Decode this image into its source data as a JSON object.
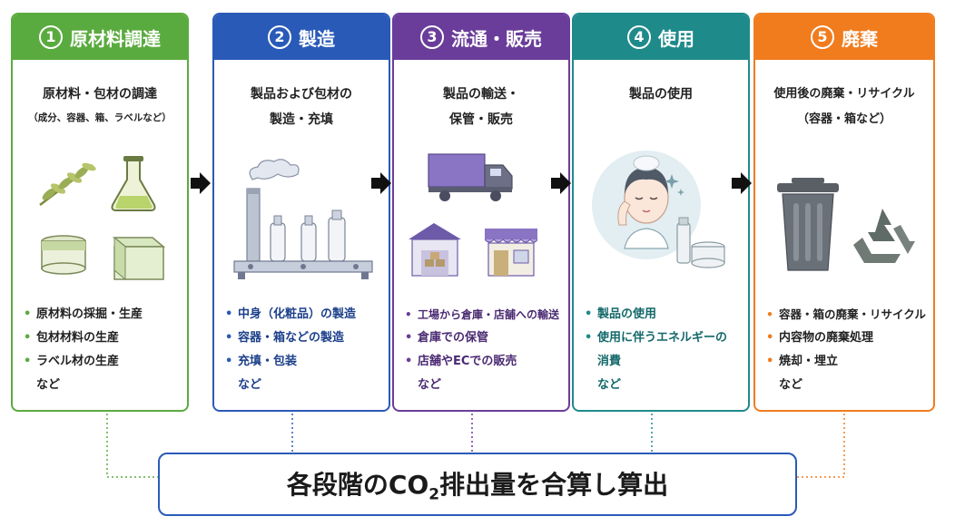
{
  "stages": [
    {
      "num": "1",
      "title": "原材料調達",
      "color": "#5aab3f",
      "desc": [
        "原材料・包材の調達"
      ],
      "sub": "（成分、容器、箱、ラベルなど）",
      "bullets": [
        "原材料の採掘・生産",
        "包材材料の生産",
        "ラベル材の生産"
      ],
      "nado": "など",
      "bullet_color": "#5aab3f"
    },
    {
      "num": "2",
      "title": "製造",
      "color": "#2a5ab8",
      "desc": [
        "製品および包材の",
        "製造・充填"
      ],
      "sub": "",
      "bullets": [
        "中身（化粧品）の製造",
        "容器・箱などの製造",
        "充填・包装"
      ],
      "nado": "など",
      "bullet_color": "#2a5ab8"
    },
    {
      "num": "3",
      "title": "流通・販売",
      "color": "#6a3d9a",
      "desc": [
        "製品の輸送・",
        "保管・販売"
      ],
      "sub": "",
      "bullets": [
        "工場から倉庫・店舗への輸送",
        "倉庫での保管",
        "店舗やECでの販売"
      ],
      "nado": "など",
      "bullet_color": "#6a3d9a"
    },
    {
      "num": "4",
      "title": "使用",
      "color": "#1f8a8a",
      "desc": [
        "製品の使用"
      ],
      "sub": "",
      "bullets": [
        "製品の使用",
        "使用に伴うエネルギーの",
        "消費"
      ],
      "nado": "など",
      "bullet_color": "#1f8a8a"
    },
    {
      "num": "5",
      "title": "廃棄",
      "color": "#f07c1e",
      "desc": [
        "使用後の廃棄・リサイクル",
        "（容器・箱など）"
      ],
      "sub": "",
      "bullets": [
        "容器・箱の廃棄・リサイクル",
        "内容物の廃棄処理",
        "焼却・埋立"
      ],
      "nado": "など",
      "bullet_color": "#f07c1e"
    }
  ],
  "total": {
    "before": "各段階のCO",
    "subscript": "2",
    "after": "排出量を合算し算出"
  },
  "icons": [
    "olive-branch-icon",
    "flask-icon",
    "jar-icon",
    "box-icon",
    "factory-icon",
    "truck-icon",
    "warehouse-icon",
    "shop-icon",
    "woman-skincare-icon",
    "cream-tube-icon",
    "trash-can-icon",
    "recycle-icon",
    "arrow-right-icon"
  ]
}
